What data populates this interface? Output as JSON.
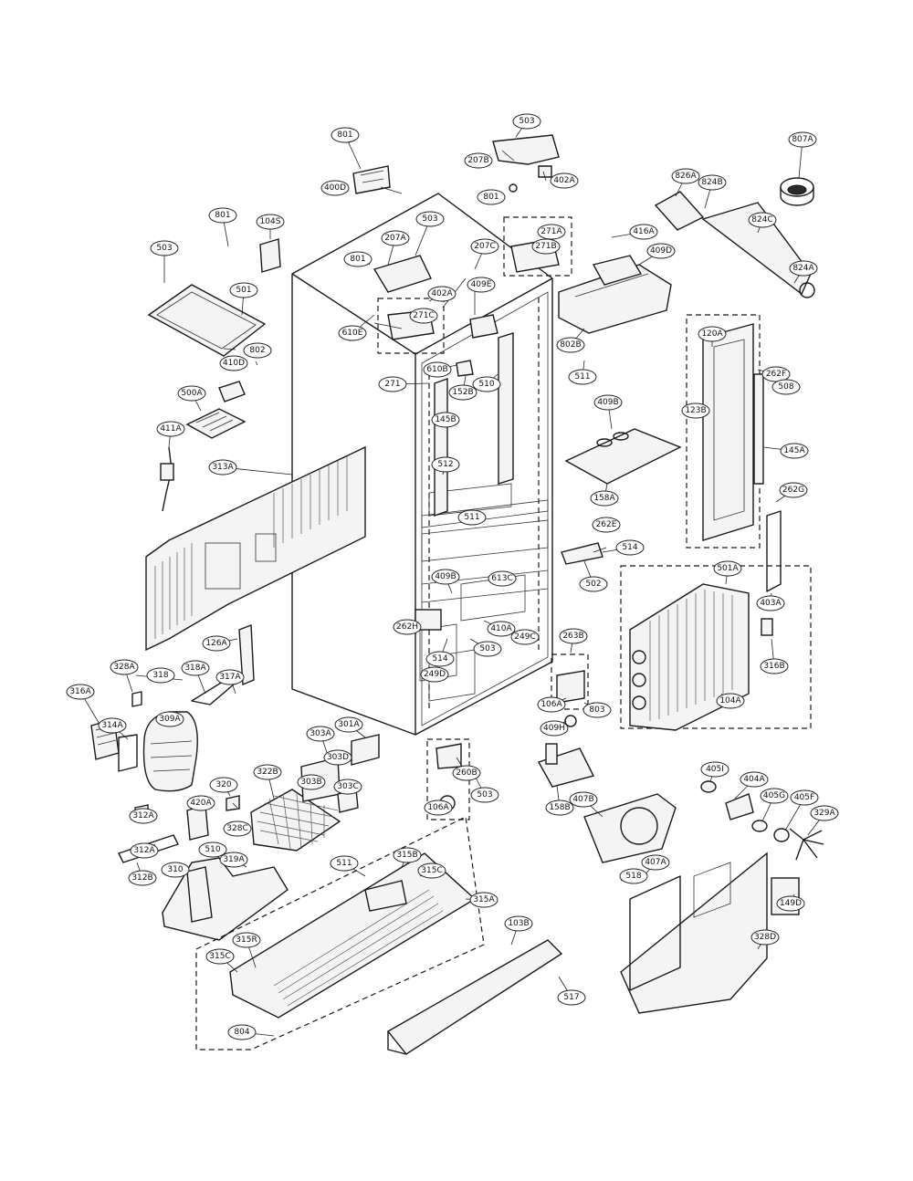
{
  "diagram": {
    "callouts": [
      {
        "id": "c-801a",
        "label": "801"
      },
      {
        "id": "c-503a",
        "label": "503"
      },
      {
        "id": "c-807a",
        "label": "807A"
      },
      {
        "id": "c-400d",
        "label": "400D"
      },
      {
        "id": "c-207b",
        "label": "207B"
      },
      {
        "id": "c-402a-top",
        "label": "402A"
      },
      {
        "id": "c-801b",
        "label": "801"
      },
      {
        "id": "c-826a",
        "label": "826A"
      },
      {
        "id": "c-824b",
        "label": "824B"
      },
      {
        "id": "c-801c",
        "label": "801"
      },
      {
        "id": "c-104s",
        "label": "104S"
      },
      {
        "id": "c-503b",
        "label": "503"
      },
      {
        "id": "c-207a",
        "label": "207A"
      },
      {
        "id": "c-207c",
        "label": "207C"
      },
      {
        "id": "c-271a",
        "label": "271A"
      },
      {
        "id": "c-271b",
        "label": "271B"
      },
      {
        "id": "c-416a",
        "label": "416A"
      },
      {
        "id": "c-409d",
        "label": "409D"
      },
      {
        "id": "c-824c",
        "label": "824C"
      },
      {
        "id": "c-503c",
        "label": "503"
      },
      {
        "id": "c-801d",
        "label": "801"
      },
      {
        "id": "c-402a-mid",
        "label": "402A"
      },
      {
        "id": "c-409e",
        "label": "409E"
      },
      {
        "id": "c-824a",
        "label": "824A"
      },
      {
        "id": "c-501",
        "label": "501"
      },
      {
        "id": "c-271c",
        "label": "271C"
      },
      {
        "id": "c-610e",
        "label": "610E"
      },
      {
        "id": "c-802",
        "label": "802"
      },
      {
        "id": "c-410d",
        "label": "410D"
      },
      {
        "id": "c-610b",
        "label": "610B"
      },
      {
        "id": "c-271",
        "label": "271"
      },
      {
        "id": "c-152b",
        "label": "152B"
      },
      {
        "id": "c-802b",
        "label": "802B"
      },
      {
        "id": "c-120a",
        "label": "120A"
      },
      {
        "id": "c-262f",
        "label": "262F"
      },
      {
        "id": "c-508",
        "label": "508"
      },
      {
        "id": "c-511a",
        "label": "511"
      },
      {
        "id": "c-510",
        "label": "510"
      },
      {
        "id": "c-500a",
        "label": "500A"
      },
      {
        "id": "c-409b",
        "label": "409B"
      },
      {
        "id": "c-145b",
        "label": "145B"
      },
      {
        "id": "c-123b",
        "label": "123B"
      },
      {
        "id": "c-411a",
        "label": "411A"
      },
      {
        "id": "c-512",
        "label": "512"
      },
      {
        "id": "c-145a",
        "label": "145A"
      },
      {
        "id": "c-313a",
        "label": "313A"
      },
      {
        "id": "c-158a",
        "label": "158A"
      },
      {
        "id": "c-511b",
        "label": "511"
      },
      {
        "id": "c-262g",
        "label": "262G"
      },
      {
        "id": "c-262e",
        "label": "262E"
      },
      {
        "id": "c-514a",
        "label": "514"
      },
      {
        "id": "c-502c",
        "label": "502"
      },
      {
        "id": "c-501a",
        "label": "501A"
      },
      {
        "id": "c-409b2",
        "label": "409B"
      },
      {
        "id": "c-613c",
        "label": "613C"
      },
      {
        "id": "c-262h",
        "label": "262H"
      },
      {
        "id": "c-410a",
        "label": "410A"
      },
      {
        "id": "c-249c",
        "label": "249C"
      },
      {
        "id": "c-503d",
        "label": "503"
      },
      {
        "id": "c-403a",
        "label": "403A"
      },
      {
        "id": "c-126a",
        "label": "126A"
      },
      {
        "id": "c-514b",
        "label": "514"
      },
      {
        "id": "c-249d",
        "label": "249D"
      },
      {
        "id": "c-316b",
        "label": "316B"
      },
      {
        "id": "c-263b",
        "label": "263B"
      },
      {
        "id": "c-328a",
        "label": "328A"
      },
      {
        "id": "c-318",
        "label": "318"
      },
      {
        "id": "c-318a",
        "label": "318A"
      },
      {
        "id": "c-317a",
        "label": "317A"
      },
      {
        "id": "c-104a",
        "label": "104A"
      },
      {
        "id": "c-316a",
        "label": "316A"
      },
      {
        "id": "c-106a-r",
        "label": "106A"
      },
      {
        "id": "c-803",
        "label": "803"
      },
      {
        "id": "c-314a",
        "label": "314A"
      },
      {
        "id": "c-309a",
        "label": "309A"
      },
      {
        "id": "c-409h",
        "label": "409H"
      },
      {
        "id": "c-301a",
        "label": "301A"
      },
      {
        "id": "c-303a",
        "label": "303A"
      },
      {
        "id": "c-303d",
        "label": "303D"
      },
      {
        "id": "c-322b",
        "label": "322B"
      },
      {
        "id": "c-303b",
        "label": "303B"
      },
      {
        "id": "c-303c",
        "label": "303C"
      },
      {
        "id": "c-260b",
        "label": "260B"
      },
      {
        "id": "c-503e",
        "label": "503"
      },
      {
        "id": "c-158b",
        "label": "158B"
      },
      {
        "id": "c-405i",
        "label": "405I"
      },
      {
        "id": "c-404a",
        "label": "404A"
      },
      {
        "id": "c-320",
        "label": "320"
      },
      {
        "id": "c-420a",
        "label": "420A"
      },
      {
        "id": "c-328c",
        "label": "328C"
      },
      {
        "id": "c-106a-l",
        "label": "106A"
      },
      {
        "id": "c-407b",
        "label": "407B"
      },
      {
        "id": "c-405g",
        "label": "405G"
      },
      {
        "id": "c-405f",
        "label": "405F"
      },
      {
        "id": "c-312a",
        "label": "312A"
      },
      {
        "id": "c-329a",
        "label": "329A"
      },
      {
        "id": "c-312a2",
        "label": "312A"
      },
      {
        "id": "c-510b",
        "label": "510"
      },
      {
        "id": "c-319a",
        "label": "319A"
      },
      {
        "id": "c-310",
        "label": "310"
      },
      {
        "id": "c-511c",
        "label": "511"
      },
      {
        "id": "c-315b",
        "label": "315B"
      },
      {
        "id": "c-315c",
        "label": "315C"
      },
      {
        "id": "c-315a",
        "label": "315A"
      },
      {
        "id": "c-312b",
        "label": "312B"
      },
      {
        "id": "c-518",
        "label": "518"
      },
      {
        "id": "c-407a",
        "label": "407A"
      },
      {
        "id": "c-149d",
        "label": "149D"
      },
      {
        "id": "c-103b",
        "label": "103B"
      },
      {
        "id": "c-315r",
        "label": "315R"
      },
      {
        "id": "c-315c2",
        "label": "315C"
      },
      {
        "id": "c-328d",
        "label": "328D"
      },
      {
        "id": "c-517",
        "label": "517"
      },
      {
        "id": "c-804",
        "label": "804"
      }
    ]
  }
}
